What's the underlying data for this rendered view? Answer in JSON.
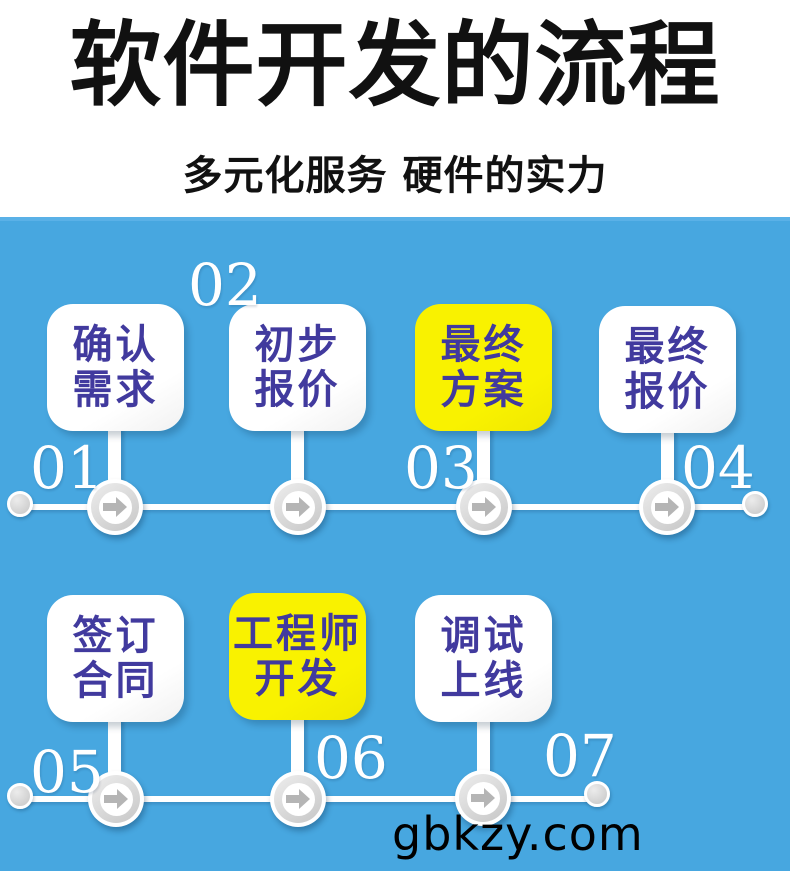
{
  "header": {
    "title": "软件开发的流程",
    "subtitle": "多元化服务 硬件的实力"
  },
  "steps": [
    {
      "num": "01",
      "line1": "确认",
      "line2": "需求",
      "highlight": false
    },
    {
      "num": "02",
      "line1": "初步",
      "line2": "报价",
      "highlight": false
    },
    {
      "num": "03",
      "line1": "最终",
      "line2": "方案",
      "highlight": true
    },
    {
      "num": "04",
      "line1": "最终",
      "line2": "报价",
      "highlight": false
    },
    {
      "num": "05",
      "line1": "签订",
      "line2": "合同",
      "highlight": false
    },
    {
      "num": "06",
      "line1": "工程师",
      "line2": "开发",
      "highlight": true
    },
    {
      "num": "07",
      "line1": "调试",
      "line2": "上线",
      "highlight": false
    }
  ],
  "watermark": "gbkzy.com",
  "colors": {
    "background_blue": "#47a7e0",
    "highlight_yellow": "#f9f200",
    "label_purple": "#413a9e",
    "title_black": "#111111",
    "number_white": "#ffffff"
  }
}
